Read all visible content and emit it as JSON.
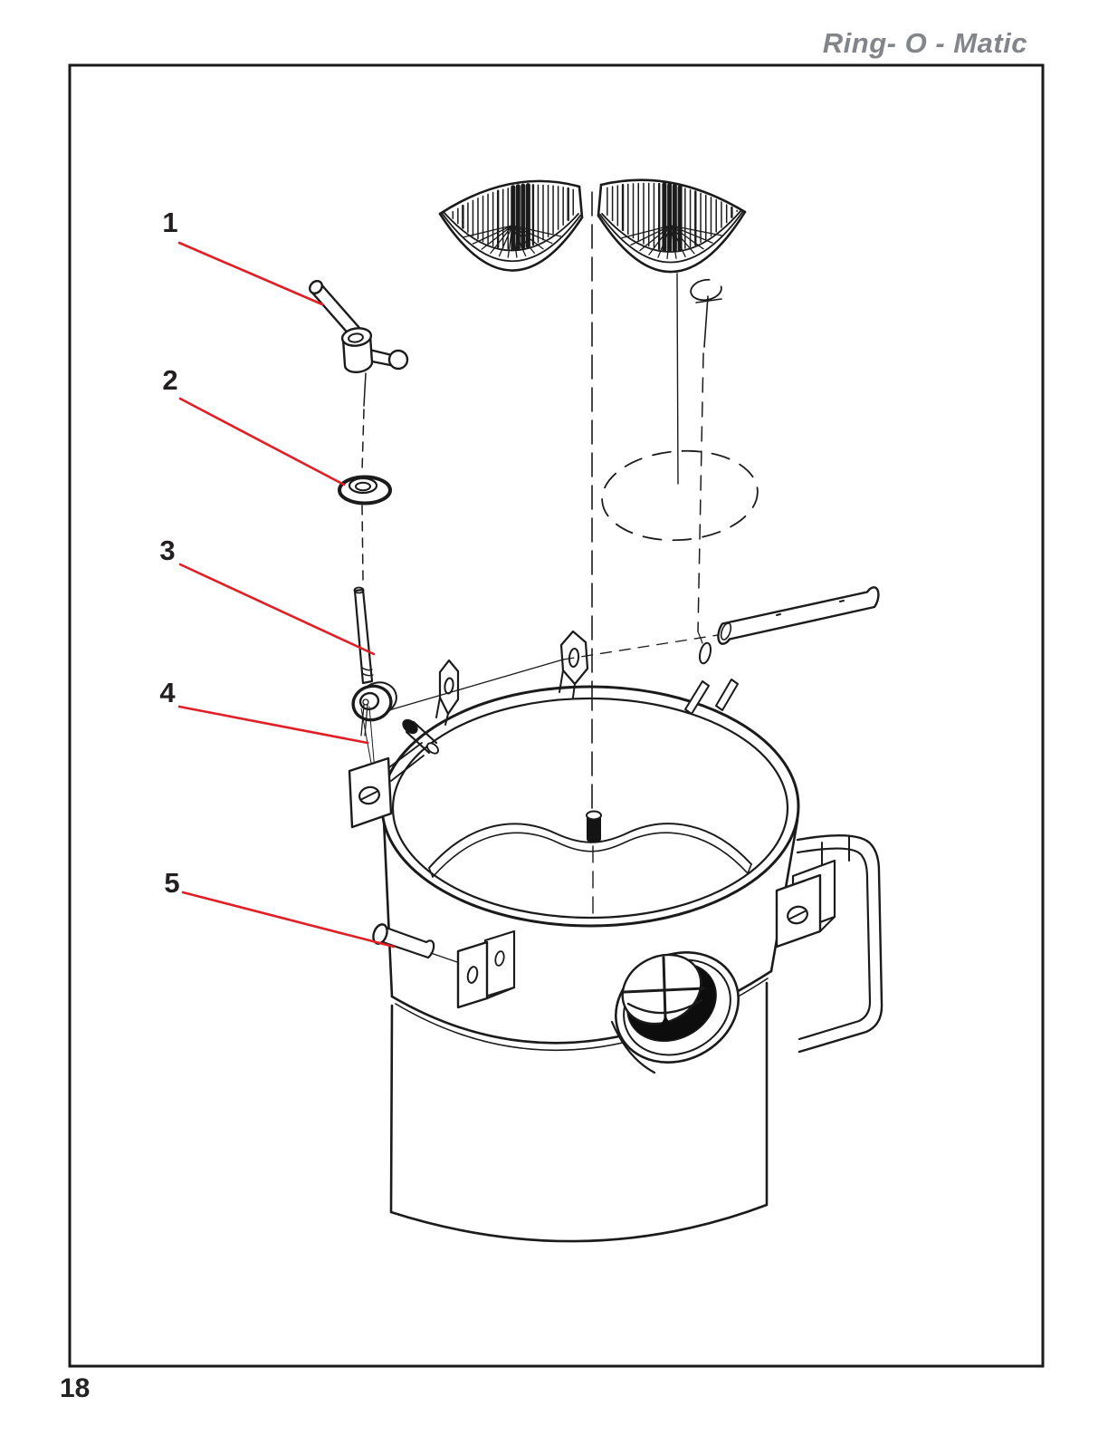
{
  "header": {
    "brand": "Ring- O - Matic"
  },
  "footer": {
    "page_number": "18"
  },
  "figure": {
    "callouts": [
      {
        "label": "1"
      },
      {
        "label": "2"
      },
      {
        "label": "3"
      },
      {
        "label": "4"
      },
      {
        "label": "5"
      }
    ],
    "colors": {
      "leader_red": "#e11f26",
      "line_ink": "#1b1b1b",
      "header_gray": "#828589",
      "number_ink": "#231f20"
    }
  }
}
